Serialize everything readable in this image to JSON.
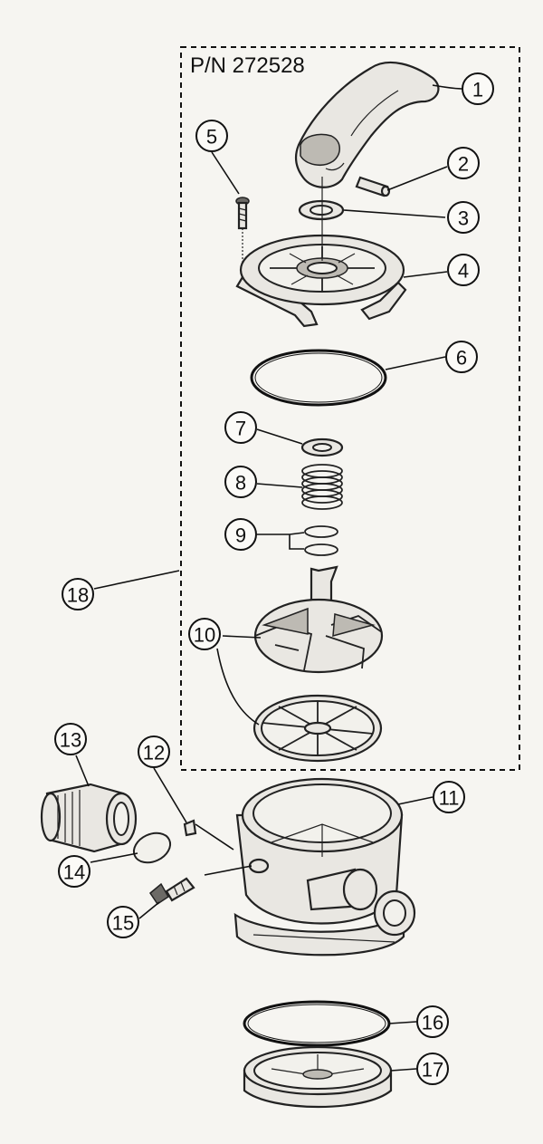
{
  "part_number_label": "P/N 272528",
  "callouts": [
    {
      "id": "1",
      "label": "1"
    },
    {
      "id": "2",
      "label": "2"
    },
    {
      "id": "3",
      "label": "3"
    },
    {
      "id": "4",
      "label": "4"
    },
    {
      "id": "5",
      "label": "5"
    },
    {
      "id": "6",
      "label": "6"
    },
    {
      "id": "7",
      "label": "7"
    },
    {
      "id": "8",
      "label": "8"
    },
    {
      "id": "9",
      "label": "9"
    },
    {
      "id": "10",
      "label": "10"
    },
    {
      "id": "11",
      "label": "11"
    },
    {
      "id": "12",
      "label": "12"
    },
    {
      "id": "13",
      "label": "13"
    },
    {
      "id": "14",
      "label": "14"
    },
    {
      "id": "15",
      "label": "15"
    },
    {
      "id": "16",
      "label": "16"
    },
    {
      "id": "17",
      "label": "17"
    },
    {
      "id": "18",
      "label": "18"
    }
  ]
}
